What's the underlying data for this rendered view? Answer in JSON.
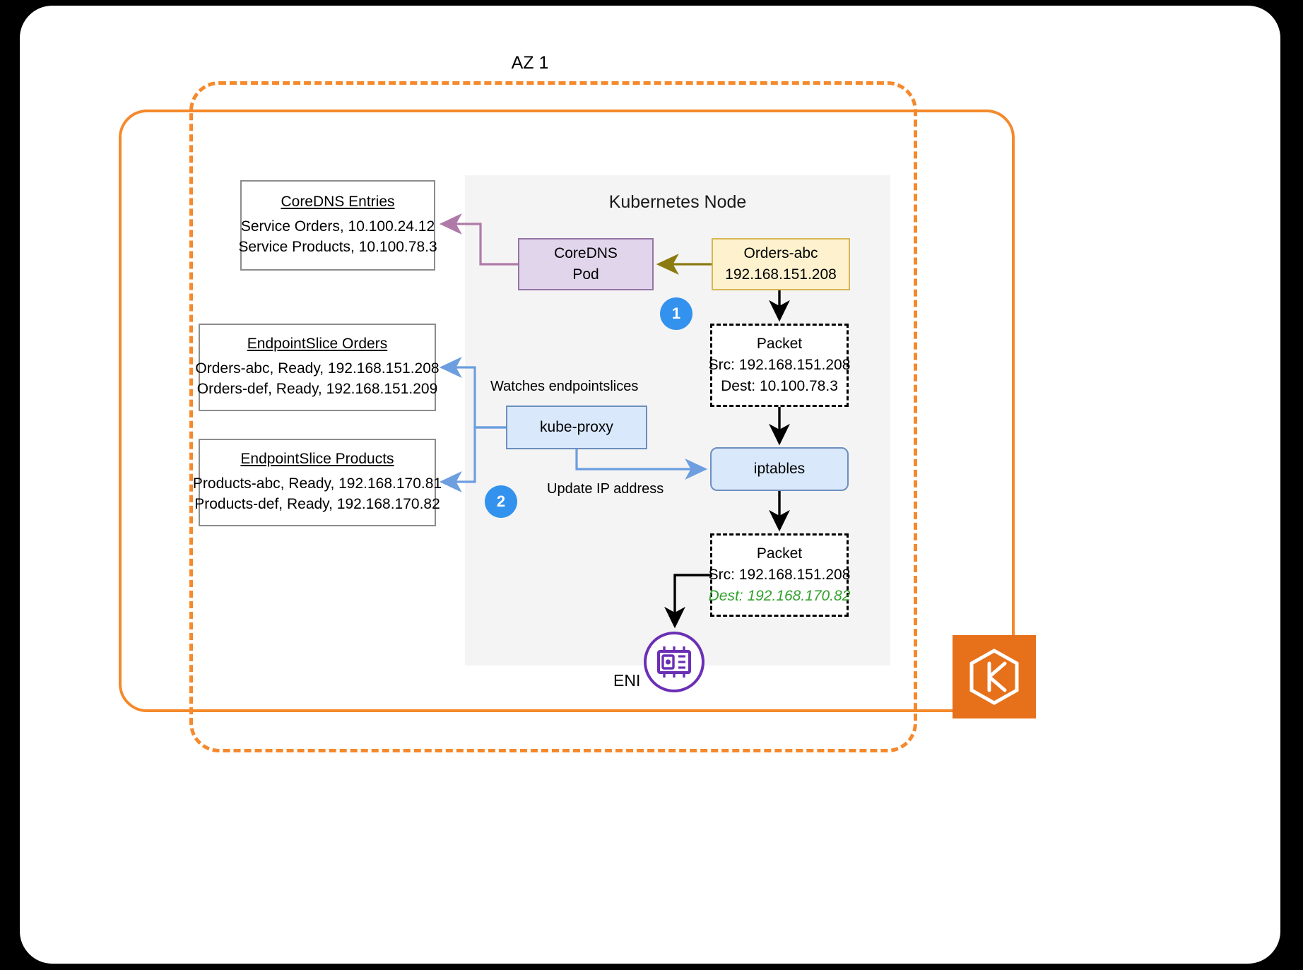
{
  "diagram": {
    "az_label": "AZ 1",
    "node_title": "Kubernetes Node",
    "coredns_entries": {
      "title": "CoreDNS Entries",
      "line1": "Service Orders, 10.100.24.12",
      "line2": "Service Products, 10.100.78.3"
    },
    "endpointslice_orders": {
      "title": "EndpointSlice Orders",
      "line1": "Orders-abc, Ready, 192.168.151.208",
      "line2": "Orders-def, Ready, 192.168.151.209"
    },
    "endpointslice_products": {
      "title": "EndpointSlice Products",
      "line1": "Products-abc, Ready, 192.168.170.81",
      "line2": "Products-def, Ready, 192.168.170.82"
    },
    "coredns_pod": {
      "line1": "CoreDNS",
      "line2": "Pod"
    },
    "orders_pod": {
      "line1": "Orders-abc",
      "line2": "192.168.151.208"
    },
    "kube_proxy": {
      "label": "kube-proxy"
    },
    "iptables": {
      "label": "iptables"
    },
    "packet_in": {
      "title": "Packet",
      "src": "Src: 192.168.151.208",
      "dest": "Dest: 10.100.78.3"
    },
    "packet_out": {
      "title": "Packet",
      "src": "Src: 192.168.151.208",
      "dest": "Dest: 192.168.170.82"
    },
    "steps": {
      "one": "1",
      "two": "2"
    },
    "labels": {
      "watches": "Watches endpointslices",
      "update": "Update IP address",
      "eni": "ENI"
    },
    "icons": {
      "eni": "eni-network-interface-icon",
      "eks": "aws-eks-logo-icon"
    },
    "colors": {
      "orange_boundary": "#f5892b",
      "step_badge": "#3392ee",
      "coredns_fill": "#e1d5ec",
      "coredns_stroke": "#9673a6",
      "pod_fill": "#fdf2cd",
      "pod_stroke": "#d6b656",
      "blue_fill": "#dae8fc",
      "blue_stroke": "#6c8ebf",
      "node_panel": "#f4f4f4",
      "dns_arrow": "#b07aa8",
      "query_arrow": "#8a7a10",
      "highlight_green": "#33a02c",
      "eks_tile": "#e7701a"
    }
  }
}
